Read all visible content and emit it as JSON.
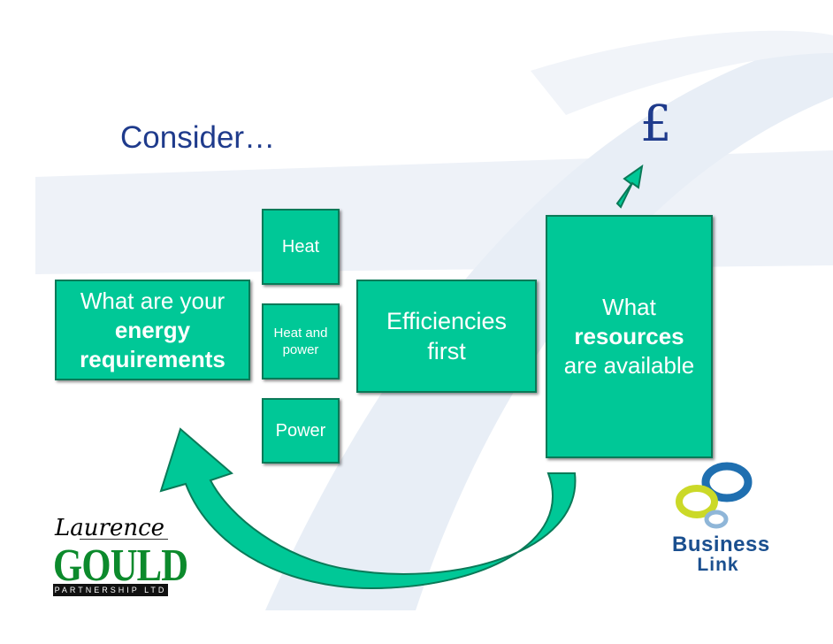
{
  "slide": {
    "title": "Consider…",
    "currency_symbol": "£"
  },
  "boxes": {
    "energy": {
      "line1": "What are your",
      "line2": "energy",
      "line3": "requirements"
    },
    "heat": "Heat",
    "heat_and_power": {
      "line1": "Heat and",
      "line2": "power"
    },
    "power": "Power",
    "efficiencies": {
      "line1": "Efficiencies",
      "line2": "first"
    },
    "resources": {
      "line1": "What",
      "line2": "resources",
      "line3": "are available"
    }
  },
  "logos": {
    "gould": {
      "script": "Laurence",
      "name": "GOULD",
      "tagline": "PARTNERSHIP LTD"
    },
    "business_link": {
      "line1": "Business",
      "line2": "Link"
    }
  },
  "colors": {
    "box_fill": "#00c897",
    "box_border": "#0a7a58",
    "title": "#1f3b8c",
    "background_swoosh": "#e8eef6"
  },
  "icons": [
    "up-right-arrow-icon",
    "curved-return-arrow-icon",
    "business-link-rings-icon"
  ]
}
